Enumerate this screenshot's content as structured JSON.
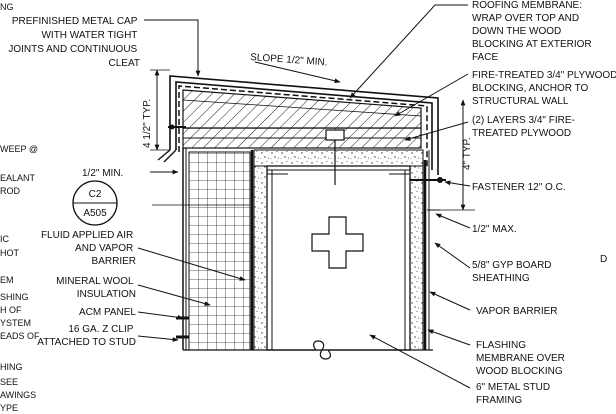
{
  "labels": {
    "cap": [
      "PREFINISHED METAL CAP",
      "WITH WATER TIGHT",
      "JOINTS AND CONTINUOUS",
      "CLEAT"
    ],
    "roofing": [
      "ROOFING MEMBRANE:",
      "WRAP OVER TOP AND",
      "DOWN THE WOOD",
      "BLOCKING AT EXTERIOR",
      "FACE"
    ],
    "blocking": [
      "FIRE-TREATED 3/4\" PLYWOOD",
      "BLOCKING, ANCHOR TO",
      "STRUCTURAL WALL"
    ],
    "plywood": [
      "(2) LAYERS 3/4\" FIRE-",
      "TREATED PLYWOOD"
    ],
    "slope": "SLOPE 1/2\" MIN.",
    "height_typ": "4 1/2\" TYP.",
    "four_typ": "4\" TYP.",
    "half_min": "1/2\" MIN.",
    "half_max": "1/2\" MAX.",
    "fastener": "FASTENER 12\" O.C.",
    "fluid": [
      "FLUID APPLIED AIR",
      "AND VAPOR",
      "BARRIER"
    ],
    "wool": [
      "MINERAL WOOL",
      "INSULATION"
    ],
    "acm": "ACM PANEL",
    "clip": [
      "16 GA. Z CLIP",
      "ATTACHED TO STUD"
    ],
    "gyp": [
      "5/8\" GYP BOARD",
      "SHEATHING"
    ],
    "vapor": "VAPOR BARRIER",
    "flashing": [
      "FLASHING",
      "MEMBRANE OVER",
      "WOOD BLOCKING"
    ],
    "stud": [
      "6\" METAL STUD",
      "FRAMING"
    ],
    "callout_top": "C2",
    "callout_bottom": "A505",
    "grid_letter": "D",
    "left_cut": [
      "NG",
      "WEEP @",
      "EALANT",
      "ROD",
      "IC",
      "HOT",
      "EM",
      "SHING",
      "H OF",
      "YSTEM",
      "EADS OF",
      "HING",
      "SEE",
      "AWINGS",
      "YPE"
    ]
  }
}
